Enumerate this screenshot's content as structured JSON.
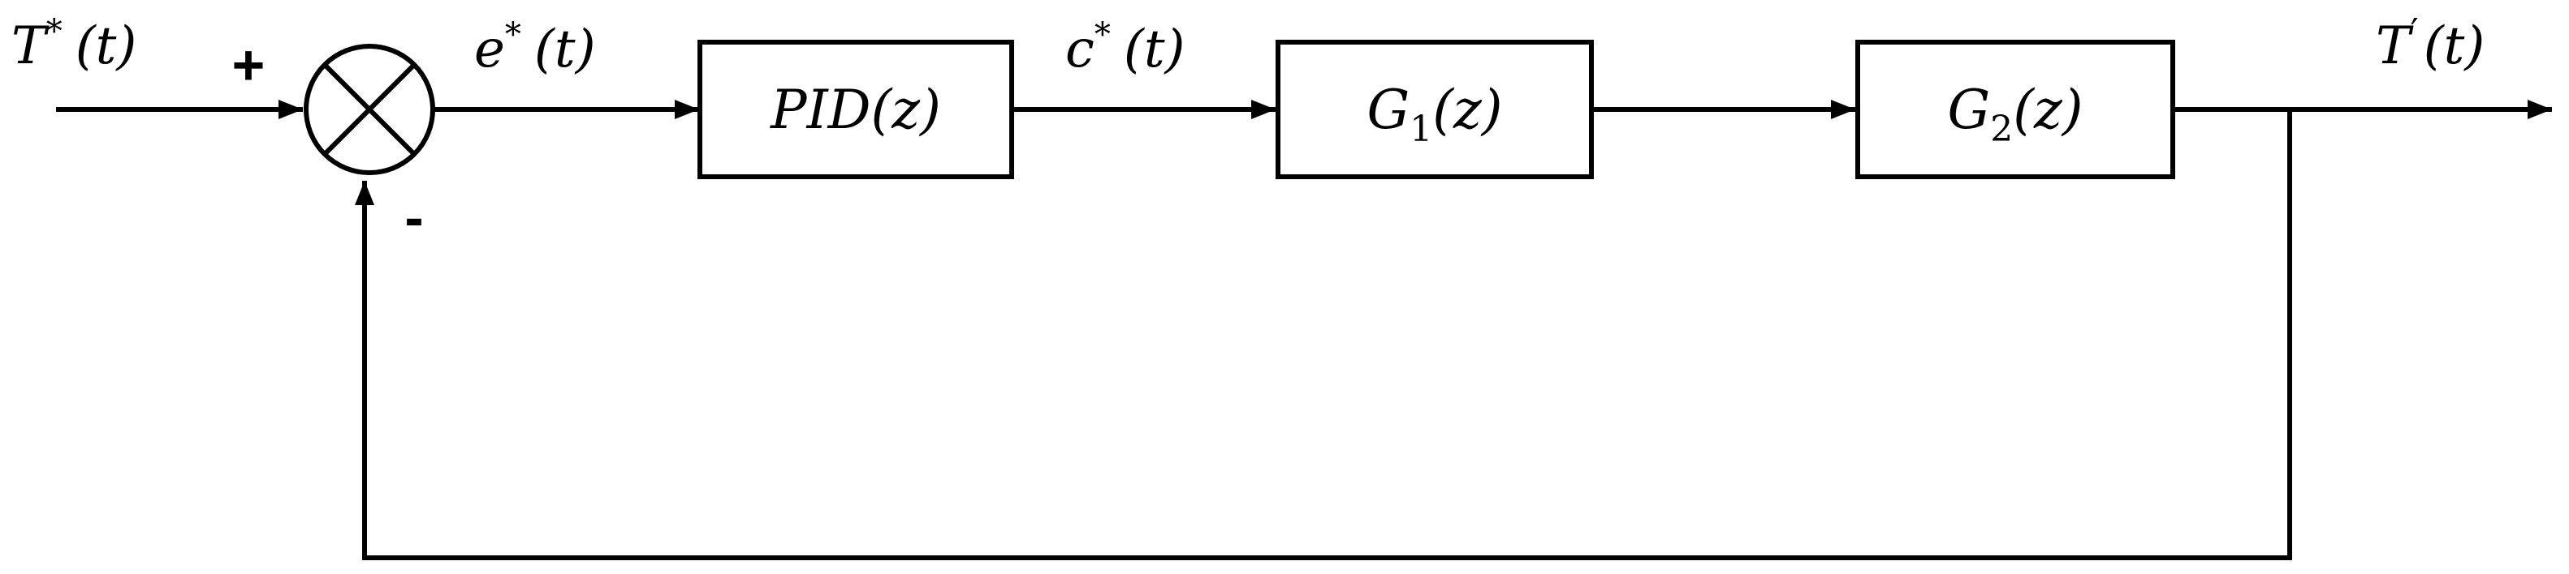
{
  "signals": {
    "input": {
      "base": "T",
      "sup": "*",
      "arg": "(t)"
    },
    "error": {
      "base": "e",
      "sup": "*",
      "arg": "(t)"
    },
    "control": {
      "base": "c",
      "sup": "*",
      "arg": "(t)"
    },
    "output": {
      "base": "T",
      "sup": "′",
      "arg": "(t)"
    }
  },
  "summing_junction": {
    "plus_sign": "+",
    "minus_sign": "-"
  },
  "blocks": {
    "pid": {
      "label": "PID(z)"
    },
    "g1": {
      "base": "G",
      "sub": "1",
      "arg": "(z)"
    },
    "g2": {
      "base": "G",
      "sub": "2",
      "arg": "(z)"
    }
  },
  "colors": {
    "line": "#000000",
    "background": "#ffffff"
  }
}
